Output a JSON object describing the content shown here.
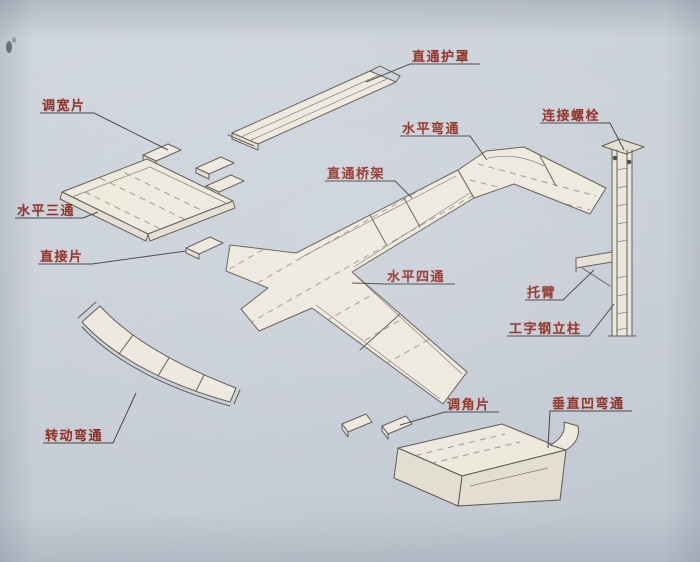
{
  "diagram": {
    "description": "Isometric assembly diagram of a cable tray (bridge rack) system with Chinese part labels"
  },
  "labels": {
    "cover": "直通护罩",
    "width_adjust": "调宽片",
    "horizontal_tee": "水平三通",
    "straight_piece": "直接片",
    "horizontal_bend": "水平弯通",
    "connect_bolt": "连接螺栓",
    "straight_tray": "直通桥架",
    "horizontal_cross": "水平四通",
    "bracket_arm": "托臂",
    "ibeam_column": "工字钢立柱",
    "angle_piece": "调角片",
    "vertical_concave_bend": "垂直凹弯通",
    "rotating_bend": "转动弯通"
  },
  "colors": {
    "label_text": "#8e2b20",
    "line": "#5a544c",
    "leader": "#41403c",
    "tray_fill": "#ece8dc"
  }
}
